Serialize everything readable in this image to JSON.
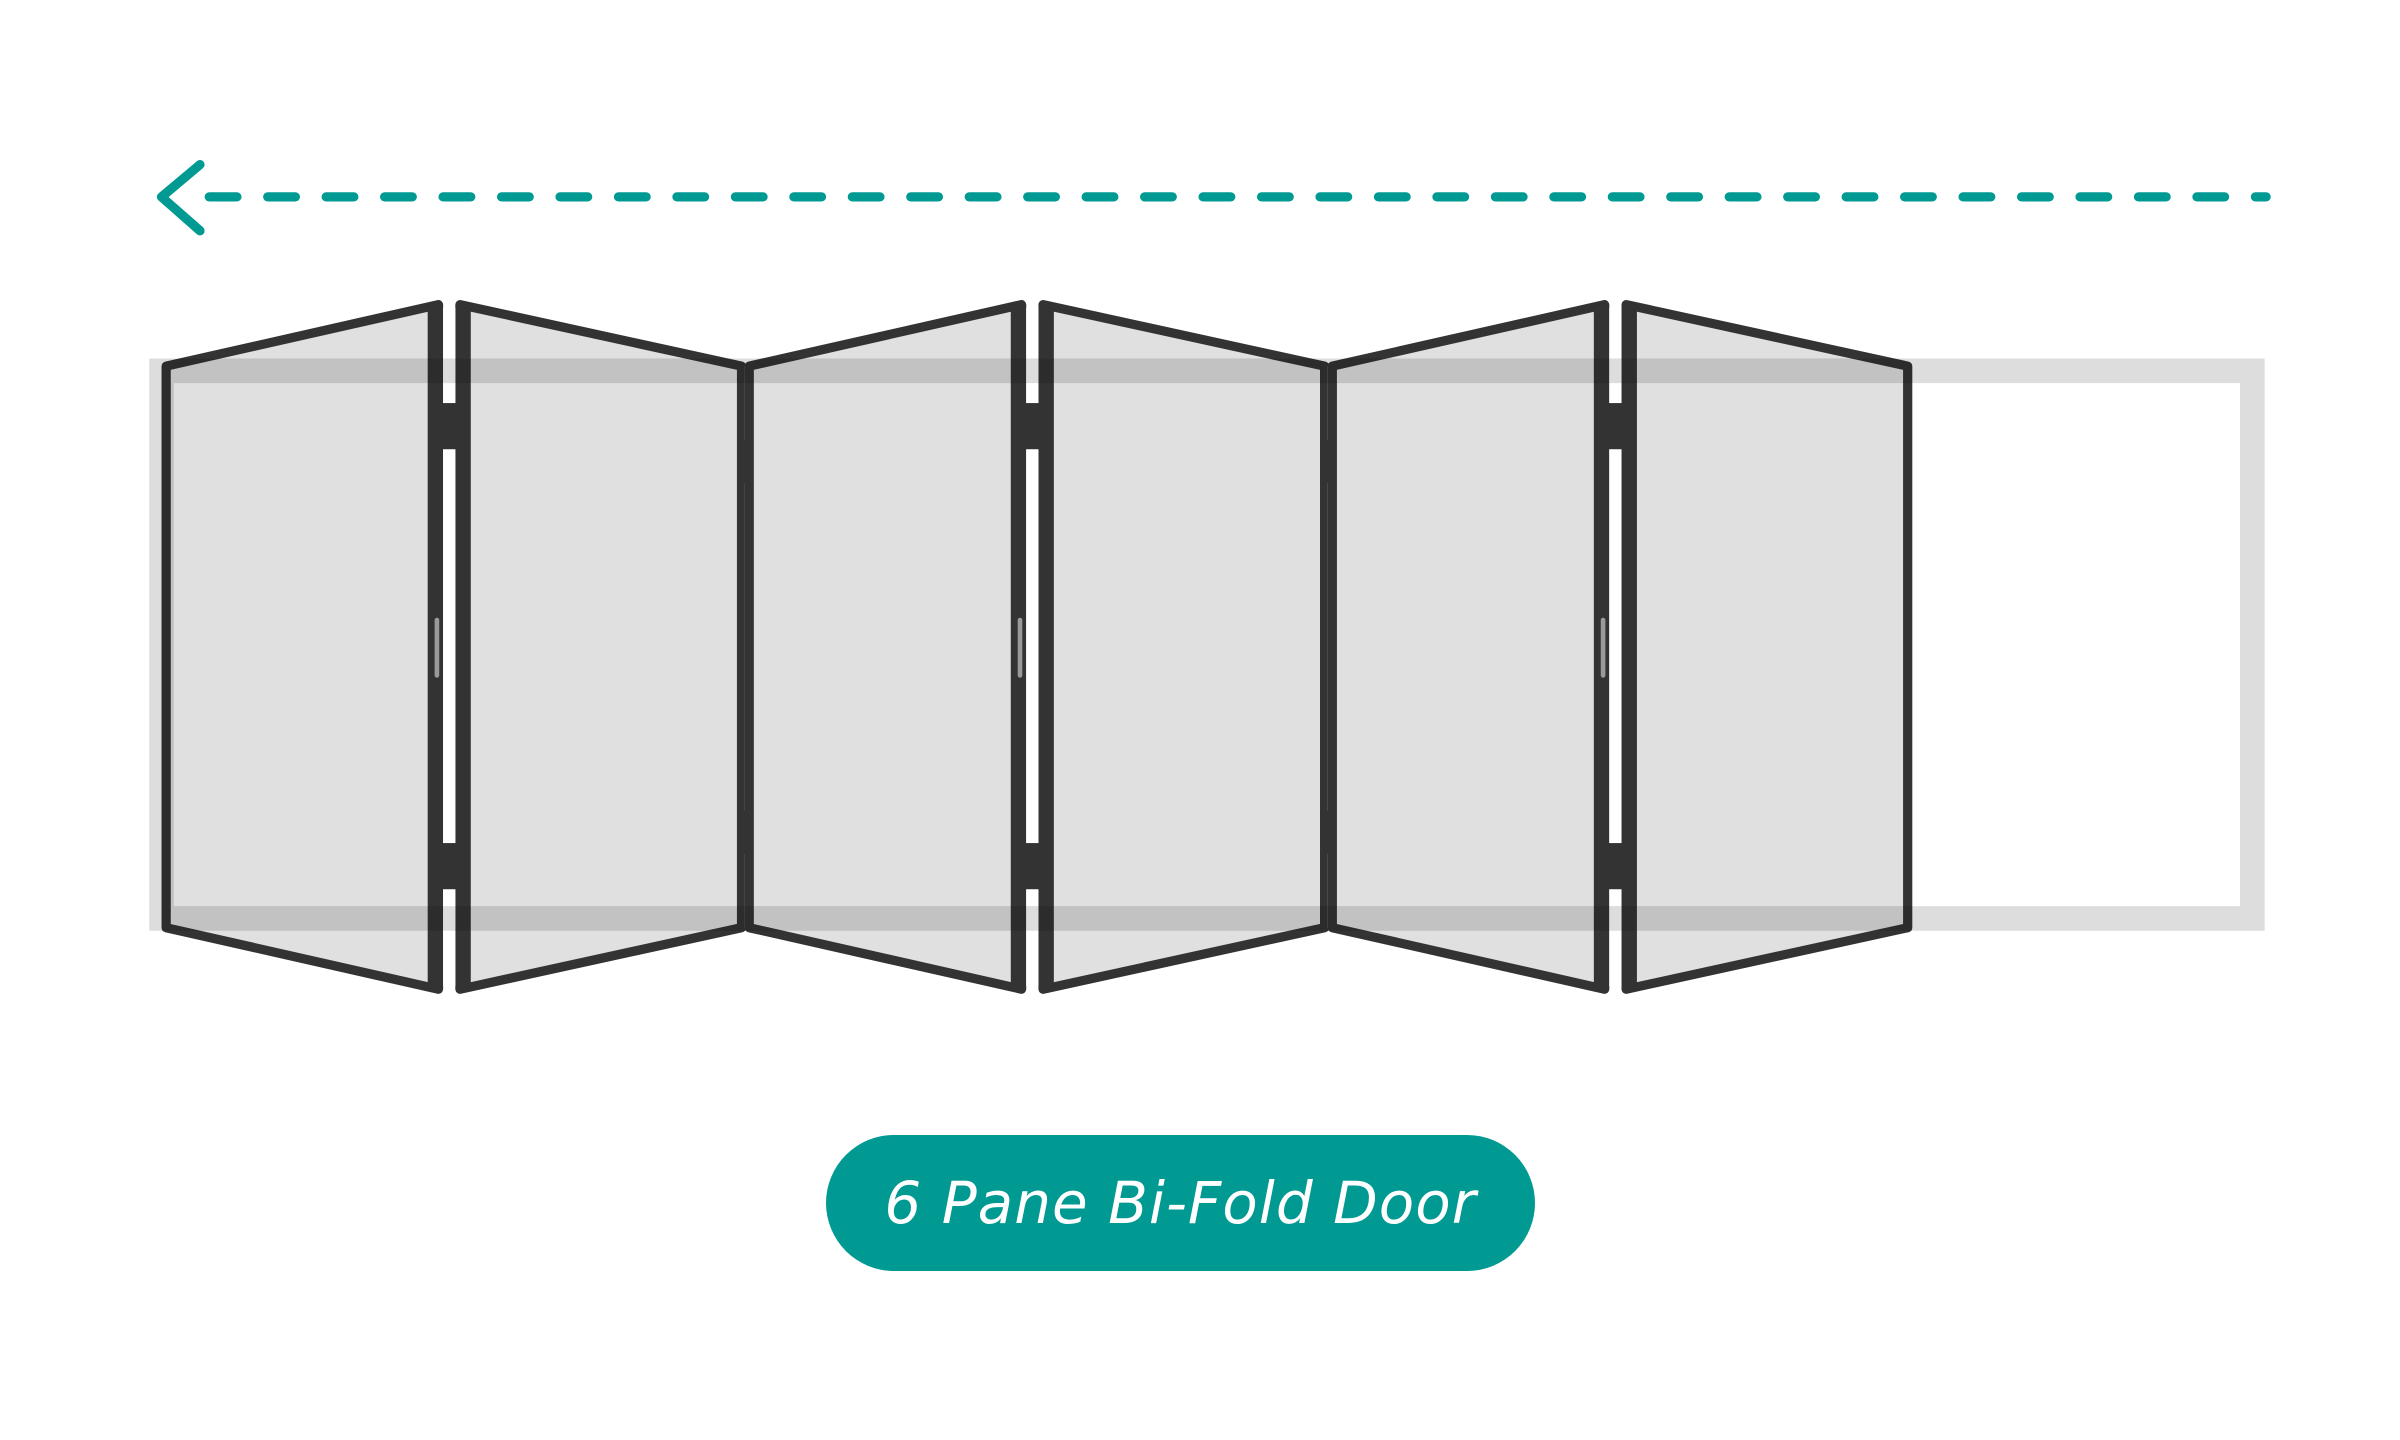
{
  "title": "6 Pane Bi-Fold Door",
  "pane_count": 6,
  "fold_direction": "left",
  "colors": {
    "accent": "#009a93",
    "frame": "#333333",
    "glass": "#e0e0e0",
    "outer_frame": "#dcdcdc",
    "handle": "#9a9a9a"
  },
  "icons": {
    "arrow": "dashed-arrow-left"
  }
}
